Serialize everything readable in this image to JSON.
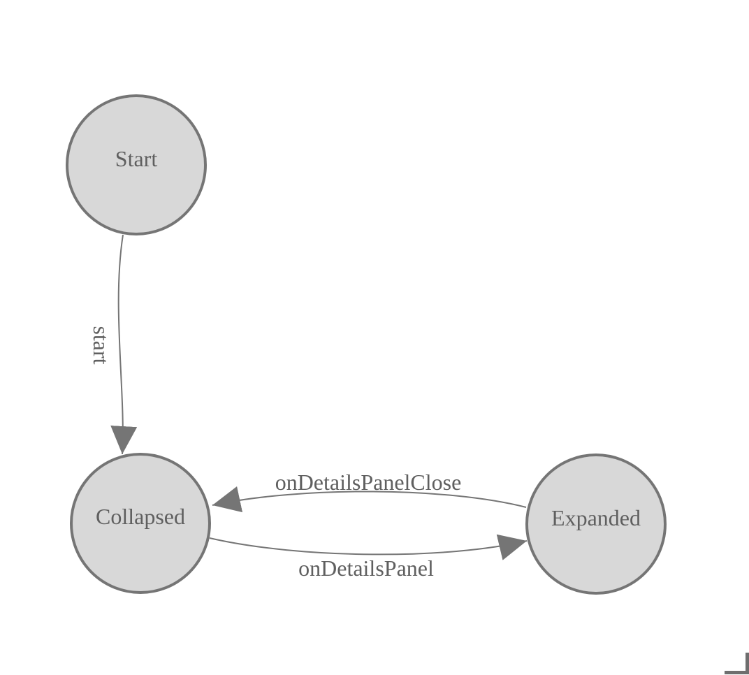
{
  "diagram": {
    "type": "state-machine",
    "nodes": [
      {
        "id": "start",
        "label": "Start"
      },
      {
        "id": "collapsed",
        "label": "Collapsed"
      },
      {
        "id": "expanded",
        "label": "Expanded"
      }
    ],
    "edges": [
      {
        "from": "start",
        "to": "collapsed",
        "label": "start"
      },
      {
        "from": "expanded",
        "to": "collapsed",
        "label": "onDetailsPanelClose"
      },
      {
        "from": "collapsed",
        "to": "expanded",
        "label": "onDetailsPanel"
      }
    ]
  },
  "colors": {
    "background": "#ffffff",
    "node_fill": "#d8d8d8",
    "node_stroke": "#757575",
    "edge_stroke": "#757575",
    "label_text": "#5f5f5f",
    "corner_handle": "#6e6e6e"
  }
}
